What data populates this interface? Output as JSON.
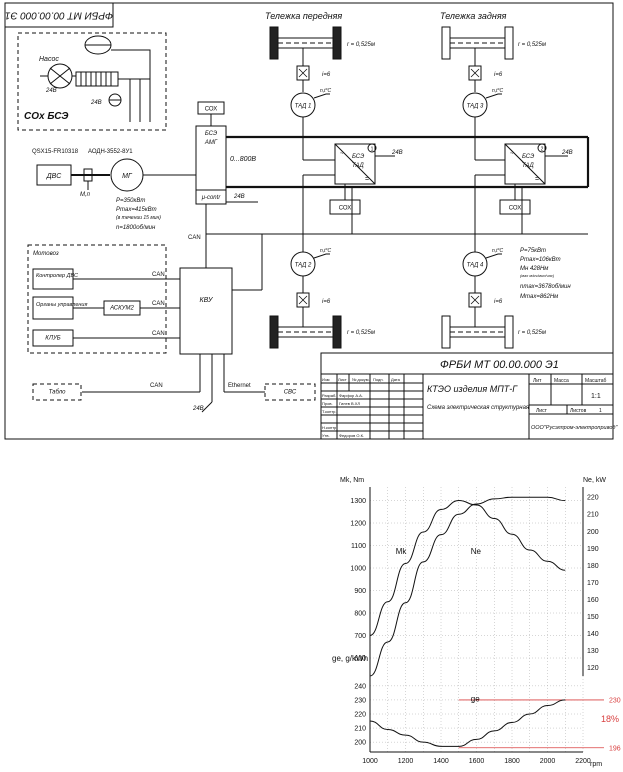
{
  "schematic": {
    "stamp_rotated": "ФРБИ МТ 00.00.000 Э1",
    "bogie_front": "Тележка передняя",
    "bogie_rear": "Тележка задняя",
    "wheel_radius": "r = 0,525м",
    "gear_ratio": "i=6",
    "cooling": {
      "pump": "Насос",
      "v24": "24В",
      "group": "СОх БСЭ"
    },
    "engine": {
      "model": "QSX15-FR10318",
      "dvs": "ДВС",
      "coupling": "М,п"
    },
    "generator": {
      "model": "АОДН-3552-8У1",
      "mg": "МГ",
      "p": "P=350кВт",
      "pmax": "Pmax=415кВт",
      "pmax_note": "(в течении 15 мин)",
      "n": "n=1800об/мин"
    },
    "bse_amg": {
      "cox": "СОХ",
      "line1": "БСЭ",
      "line2": "АМГ",
      "voltage": "0...800В",
      "ucontr": "μ-contr",
      "v24": "24В"
    },
    "motors": {
      "tad1": "ТАД 1",
      "tad2": "ТАД 2",
      "tad3": "ТАД 3",
      "tad4": "ТАД 4",
      "sensor": "n,t°C"
    },
    "bse_tad": {
      "line1": "БСЭ",
      "line2": "ТАД",
      "num1": "1",
      "num2": "2",
      "v24": "24В",
      "cox": "СОХ"
    },
    "tad_specs": [
      "P=75кВт",
      "Pmax=106кВт",
      "Mн 428Нм",
      "(мах м/кч/мин/час)",
      "nmax=3678об/мин",
      "Mmax=862Нм"
    ],
    "can": "CAN",
    "ethernet": "Ethernet",
    "motorvoz": {
      "title": "Мотовоз",
      "controller": "Контролер ДВС",
      "controls": "Органы управления",
      "askum": "АСКУМ2",
      "klub": "КЛУБ"
    },
    "kvu": "КВУ",
    "tablo": "Табло",
    "svs": "СВС",
    "v24": "24В",
    "title_block": {
      "doc_no": "ФРБИ МТ 00.00.000 Э1",
      "title": "КТЭО изделия МПТ-Г",
      "subtitle": "Схема электрическая структурная",
      "company": "ООО\"Русэлпром-электропривод\"",
      "lit": "Лит",
      "mass": "Масса",
      "scale": "Масштаб",
      "scale_value": "1:1",
      "sheet": "Лист",
      "sheets": "Листов",
      "sheets_value": "1",
      "rows": [
        [
          "Изм",
          "Лист",
          "№ докум.",
          "Подп.",
          "Дата"
        ],
        [
          "Разраб.",
          "Фарфор А.А."
        ],
        [
          "Пров.",
          "Гилев В.ХЛ"
        ],
        [
          "Т.контр."
        ],
        [
          ""
        ],
        [
          "Н.контр."
        ],
        [
          "Утв.",
          "Федоров О.К."
        ]
      ]
    }
  },
  "chart_data": {
    "type": "line",
    "x": [
      1000,
      1200,
      1400,
      1600,
      1800,
      2000,
      2200
    ],
    "xtick_labels": [
      "1000",
      "1200",
      "1400",
      "1600",
      "1800",
      "2000",
      "2200"
    ],
    "xunit": "rpm",
    "left_axis_upper": {
      "label": "Mk, Nm",
      "ticks": [
        600,
        700,
        800,
        900,
        1000,
        1100,
        1200,
        1300
      ],
      "ylim": [
        520,
        1360
      ]
    },
    "left_axis_lower": {
      "label": "ge, g/kWh",
      "ticks": [
        200,
        210,
        220,
        230,
        240
      ],
      "ylim": [
        193,
        247
      ]
    },
    "right_axis": {
      "label": "Ne, kW",
      "ticks": [
        120,
        130,
        140,
        150,
        160,
        170,
        180,
        190,
        200,
        210,
        220
      ],
      "ylim": [
        115,
        226
      ]
    },
    "series": [
      {
        "name": "Mk",
        "axis": "left_upper",
        "x": [
          1000,
          1100,
          1200,
          1300,
          1400,
          1500,
          1600,
          1700,
          1800,
          1900,
          2000,
          2100
        ],
        "y": [
          700,
          850,
          1020,
          1160,
          1260,
          1300,
          1280,
          1220,
          1150,
          1080,
          1030,
          990
        ]
      },
      {
        "name": "Ne",
        "axis": "right",
        "x": [
          1000,
          1100,
          1200,
          1300,
          1400,
          1500,
          1600,
          1700,
          1800,
          1900,
          2000,
          2100
        ],
        "y": [
          115,
          135,
          158,
          182,
          198,
          210,
          216,
          219,
          220,
          220,
          220,
          218
        ]
      },
      {
        "name": "ge",
        "axis": "left_lower",
        "x": [
          1000,
          1100,
          1200,
          1300,
          1400,
          1500,
          1600,
          1700,
          1800,
          1900,
          2000,
          2100
        ],
        "y": [
          215,
          209,
          205,
          200,
          197,
          197,
          202,
          208,
          214,
          220,
          226,
          230
        ]
      }
    ],
    "guides": [
      {
        "value": 230,
        "label": "230"
      },
      {
        "value": 196,
        "label": "196"
      }
    ],
    "annotation": "18%",
    "guide_color": "#d94040",
    "grid": true
  }
}
